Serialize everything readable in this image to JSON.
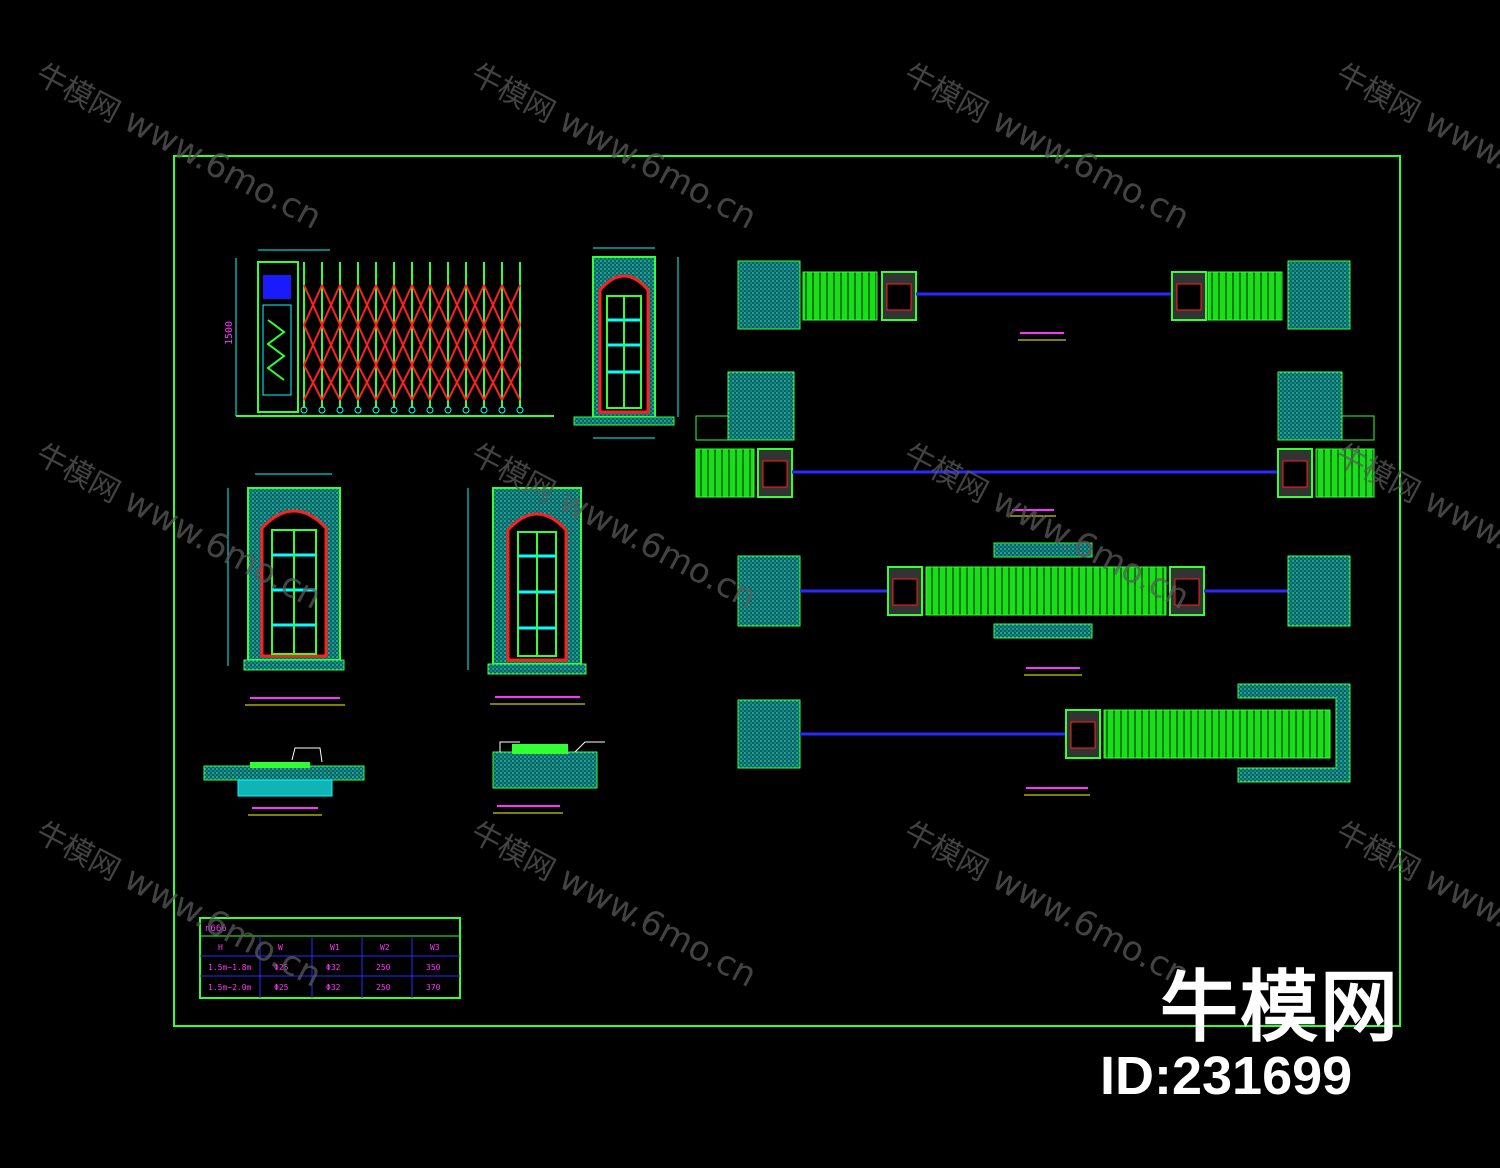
{
  "watermark": {
    "site_name": "牛模网",
    "url": "www.6mo.cn"
  },
  "brand": {
    "name": "牛模网",
    "asset_id": "ID:231699"
  },
  "drawing": {
    "gate_elevation_dim": "1500",
    "table": {
      "title": "n666",
      "headers": [
        "H",
        "W",
        "W1",
        "W2",
        "W3"
      ],
      "rows": [
        [
          "1.5m~1.8m",
          "Φ25",
          "Φ32",
          "250",
          "350"
        ],
        [
          "1.5m~2.0m",
          "Φ25",
          "Φ32",
          "250",
          "370"
        ]
      ]
    }
  },
  "colors": {
    "frame": "#33ff33",
    "cyan": "#00ffff",
    "green": "#33ff33",
    "red": "#ff2020",
    "blue": "#2a2aff",
    "magenta": "#ff33ff",
    "yellow": "#ffff00",
    "teal_fill": "#0f8c8c"
  }
}
